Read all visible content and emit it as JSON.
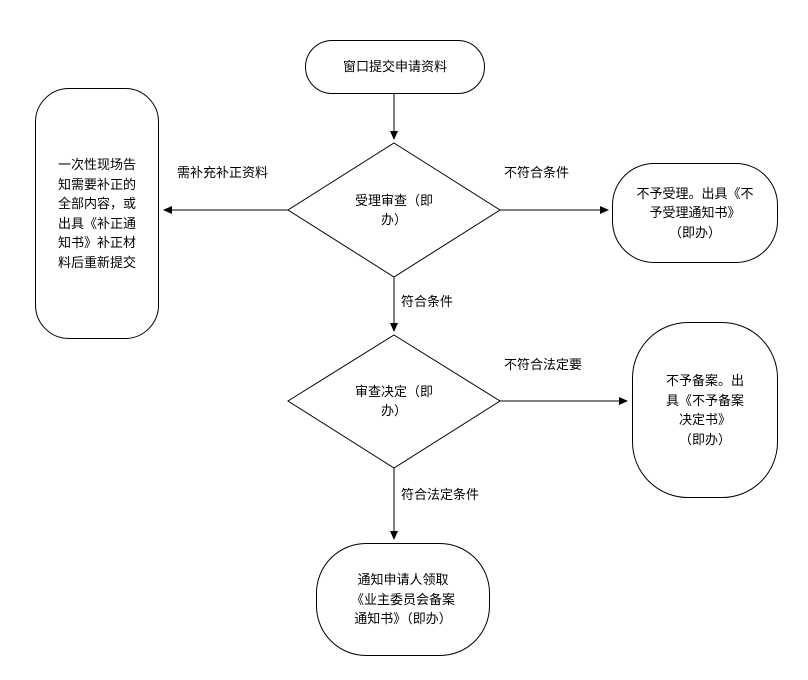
{
  "diagram": {
    "line_color": "#000000",
    "background": "#ffffff",
    "nodes": {
      "start": "窗口提交申请资料",
      "supplement_note": "一次性现场告\n知需要补正的\n全部内容，或\n出具《补正通\n知书》补正材\n料后重新提交",
      "accept_review": "受理审查（即\n办）",
      "reject_accept": "不予受理。出具《不\n予受理通知书》\n（即办）",
      "review_decision": "审查决定（即\n办）",
      "reject_record": "不予备案。出\n具《不予备案\n决定书》\n（即办）",
      "end": "通知申请人领取\n《业主委员会备案\n通知书》（即办）"
    },
    "edges": {
      "need_supplement": "需补充补正资料",
      "not_meet_condition": "不符合条件",
      "meet_condition": "符合条件",
      "not_meet_legal": "不符合法定要",
      "meet_legal": "符合法定条件"
    }
  }
}
